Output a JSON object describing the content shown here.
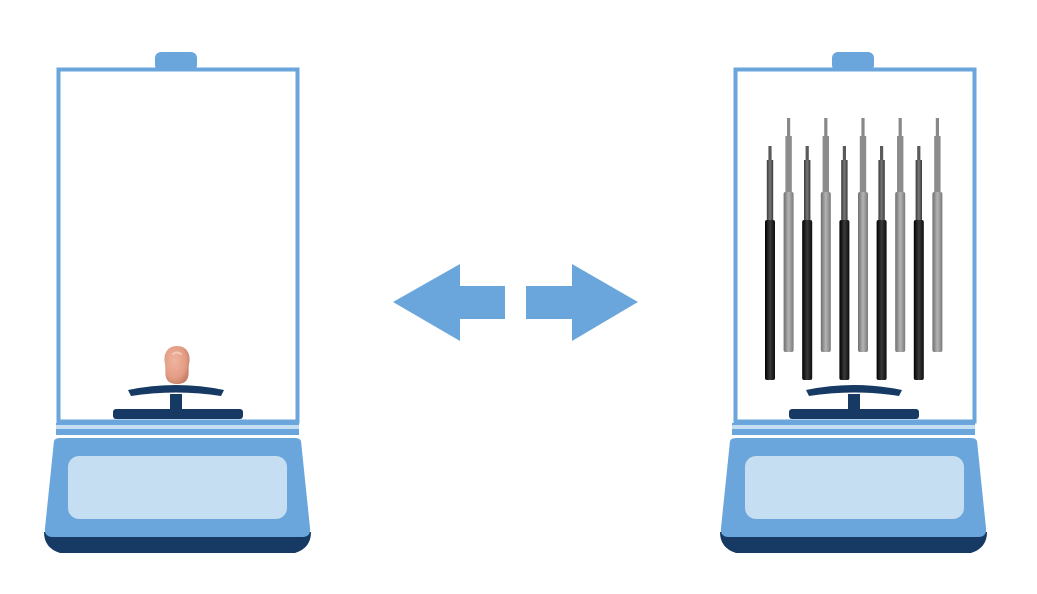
{
  "colors": {
    "frame": "#6aa6dc",
    "display_fill": "#c5def2",
    "body_blue": "#6aa6dc",
    "base_dark": "#163a63",
    "arrow": "#6aa6dc",
    "peanut": "#e29c84",
    "lead_dark": "#1f1f1f",
    "lead_light": "#9a9a9a",
    "background": "#ffffff"
  },
  "left_scale": {
    "object": "peanut",
    "count": 1,
    "icon": "peanut-icon"
  },
  "right_scale": {
    "object": "pencil-lead",
    "dark_count": 5,
    "light_count": 5,
    "icon": "pencil-lead-icon"
  },
  "arrows": {
    "left_icon": "arrow-left-icon",
    "right_icon": "arrow-right-icon"
  }
}
